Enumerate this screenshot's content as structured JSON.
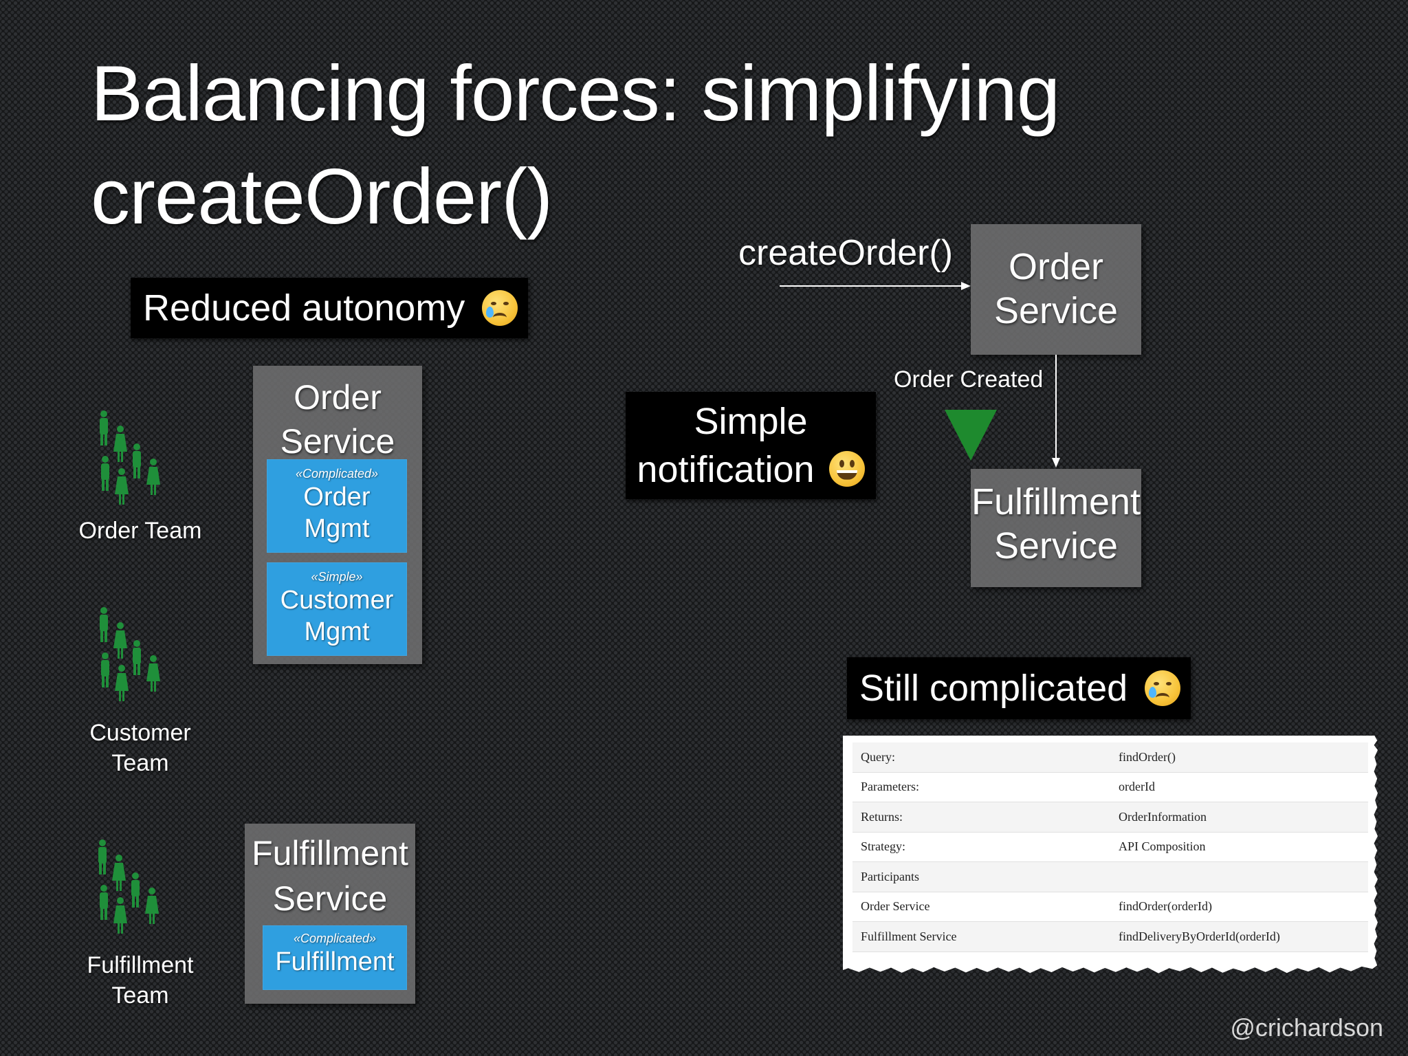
{
  "title": {
    "line1": "Balancing forces: simplifying",
    "line2": "createOrder()"
  },
  "callouts": {
    "reduced_autonomy": "Reduced autonomy",
    "simple_notification_line1": "Simple",
    "simple_notification_line2": "notification",
    "still_complicated": "Still complicated"
  },
  "emojis": {
    "reduced_autonomy": "crying-face-icon",
    "simple_notification": "grinning-face-icon",
    "still_complicated": "crying-face-icon"
  },
  "teams": [
    {
      "line1": "Order Team",
      "line2": ""
    },
    {
      "line1": "Customer",
      "line2": "Team"
    },
    {
      "line1": "Fulfillment",
      "line2": "Team"
    }
  ],
  "left_services": {
    "order_service": {
      "line1": "Order",
      "line2": "Service",
      "modules": [
        {
          "stereotype": "«Complicated»",
          "line1": "Order",
          "line2": "Mgmt"
        },
        {
          "stereotype": "«Simple»",
          "line1": "Customer",
          "line2": "Mgmt"
        }
      ]
    },
    "fulfillment_service": {
      "line1": "Fulfillment",
      "line2": "Service",
      "modules": [
        {
          "stereotype": "«Complicated»",
          "line1": "Fulfillment"
        }
      ]
    }
  },
  "flow": {
    "call_label": "createOrder()",
    "order_service": {
      "line1": "Order",
      "line2": "Service"
    },
    "event_label": "Order Created",
    "fulfillment_service": {
      "line1": "Fulfillment",
      "line2": "Service"
    }
  },
  "query_table": {
    "rows": [
      {
        "key": "Query:",
        "value": "findOrder()"
      },
      {
        "key": "Parameters:",
        "value": "orderId"
      },
      {
        "key": "Returns:",
        "value": "OrderInformation"
      },
      {
        "key": "Strategy:",
        "value": "API Composition"
      },
      {
        "key": "Participants",
        "value": ""
      },
      {
        "key": "Order Service",
        "value": "findOrder(orderId)"
      },
      {
        "key": "Fulfillment Service",
        "value": "findDeliveryByOrderId(orderId)"
      }
    ]
  },
  "colors": {
    "team_icon": "#1f8f3a",
    "module_blue": "#2f9fe0",
    "service_gray": "#6e6e70",
    "event_triangle": "#1e8a2e"
  },
  "footer": {
    "handle": "@crichardson"
  }
}
